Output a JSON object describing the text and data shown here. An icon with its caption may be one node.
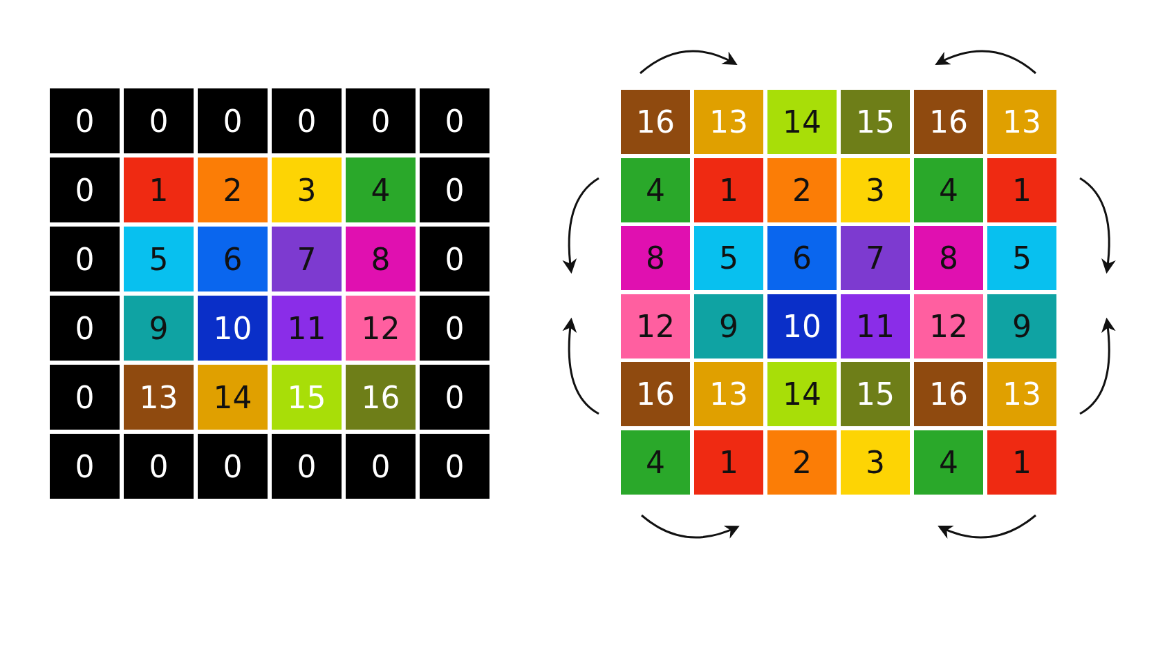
{
  "diagram": {
    "labels": [
      "0",
      "0",
      "0",
      "0",
      "0",
      "0",
      "0",
      "1",
      "2",
      "3",
      "4",
      "0",
      "0",
      "5",
      "6",
      "7",
      "8",
      "0",
      "0",
      "9",
      "10",
      "11",
      "12",
      "0",
      "0",
      "13",
      "14",
      "15",
      "16",
      "0",
      "0",
      "0",
      "0",
      "0",
      "0",
      "0",
      "16",
      "13",
      "14",
      "15",
      "16",
      "13",
      "4",
      "1",
      "2",
      "3",
      "4",
      "1",
      "8",
      "5",
      "6",
      "7",
      "8",
      "5",
      "12",
      "9",
      "10",
      "11",
      "12",
      "9",
      "16",
      "13",
      "14",
      "15",
      "16",
      "13",
      "4",
      "1",
      "2",
      "3",
      "4",
      "1"
    ]
  }
}
